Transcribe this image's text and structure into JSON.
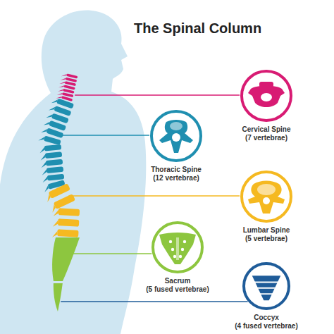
{
  "diagram": {
    "title": "The Spinal Column",
    "nodes": [
      {
        "text": [
          "Cervical Spine",
          "(7 vertebrae)"
        ]
      },
      {
        "text": [
          "Thoracic Spine",
          "(12 vertebrae)"
        ]
      },
      {
        "text": [
          "Lumbar Spine",
          "(5 vertebrae)"
        ]
      },
      {
        "text": [
          "Sacrum",
          "(5 fused vertebrae)"
        ]
      },
      {
        "text": [
          "Coccyx",
          "(4 fused vertebrae)"
        ]
      }
    ]
  }
}
